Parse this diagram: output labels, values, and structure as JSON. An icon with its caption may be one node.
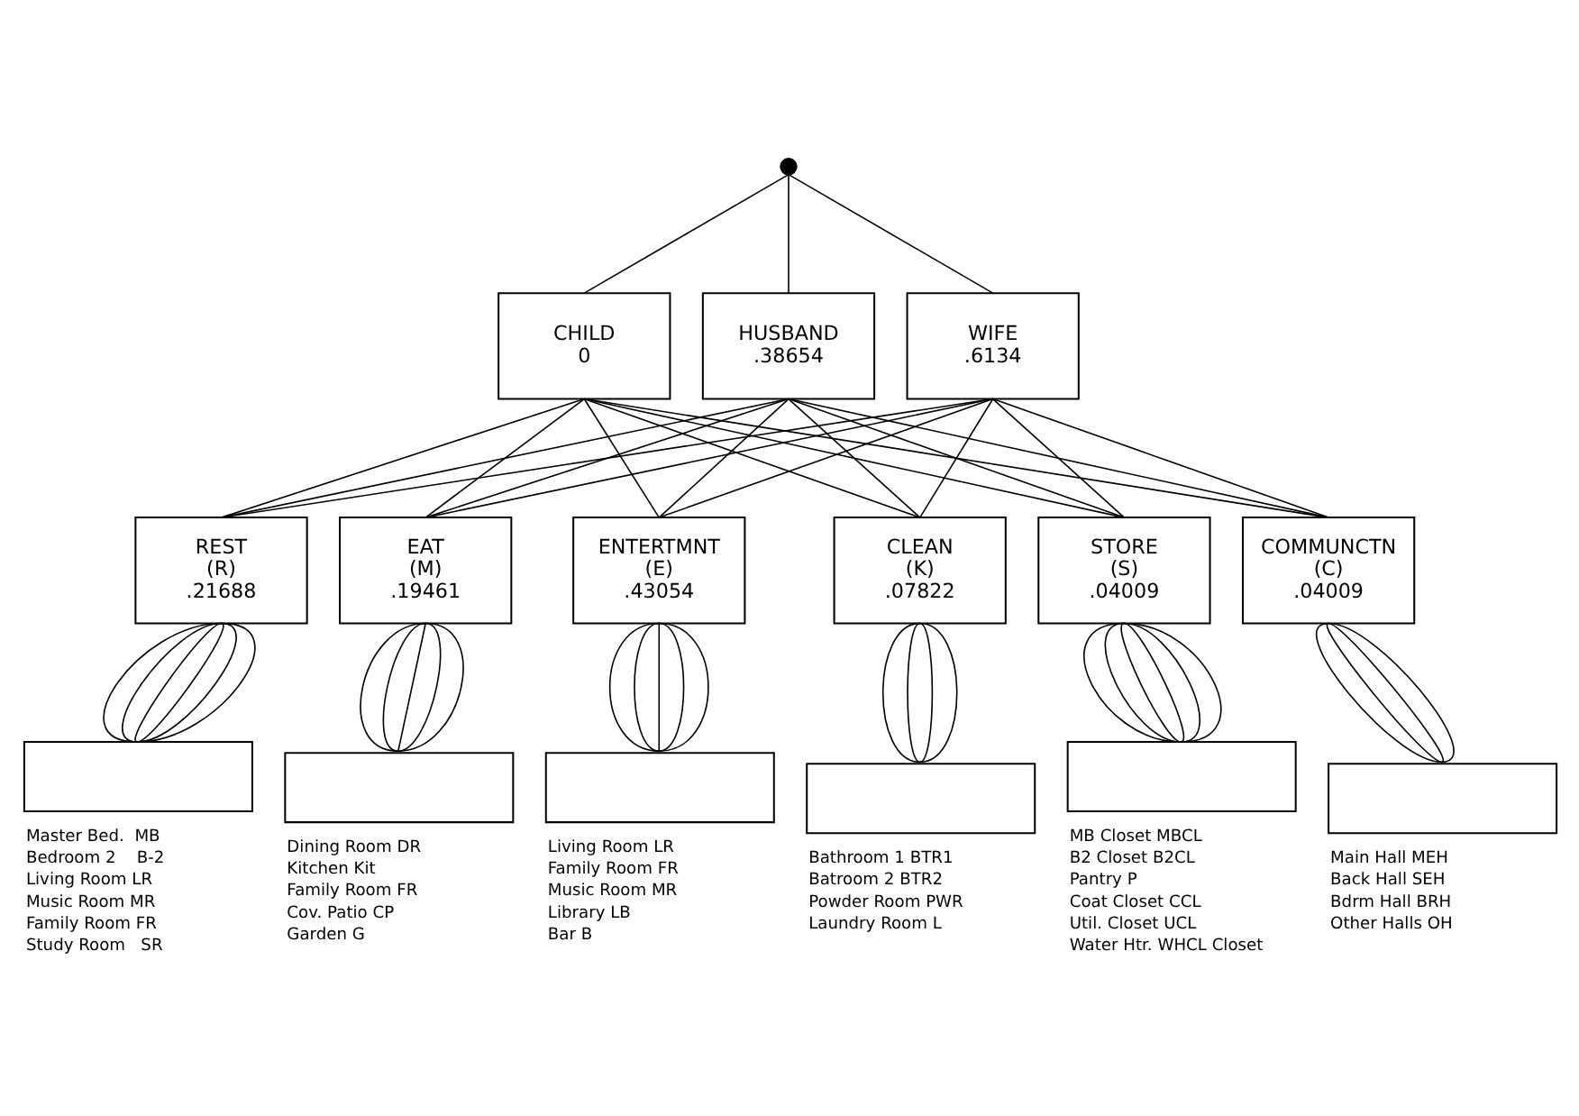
{
  "diagram": {
    "nodes": [
      {
        "text": [],
        "shape": "circle"
      },
      {
        "text": [
          "CHILD",
          "0"
        ]
      },
      {
        "text": [
          "HUSBAND",
          ".38654"
        ]
      },
      {
        "text": [
          "WIFE",
          ".6134"
        ]
      },
      {
        "text": [
          "REST",
          "(R)",
          ".21688"
        ]
      },
      {
        "text": [
          "EAT",
          "(M)",
          ".19461"
        ]
      },
      {
        "text": [
          "ENTERTMNT",
          "(E)",
          ".43054"
        ]
      },
      {
        "text": [
          "CLEAN",
          "(K)",
          ".07822"
        ]
      },
      {
        "text": [
          "STORE",
          "(S)",
          ".04009"
        ]
      },
      {
        "text": [
          "COMMUNCTN",
          "(C)",
          ".04009"
        ]
      },
      {
        "text": [],
        "shape": "box",
        "beside": [
          "Master Bed.  MB",
          "Bedroom 2    B-2",
          "Living Room LR",
          "Music Room MR",
          "Family Room FR",
          "Study Room   SR"
        ]
      },
      {
        "text": [],
        "shape": "box",
        "beside": [
          "Dining Room DR",
          "Kitchen Kit",
          "Family Room FR",
          "Cov. Patio CP",
          "Garden G"
        ]
      },
      {
        "text": [],
        "shape": "box",
        "beside": [
          "Living Room LR",
          "Family Room FR",
          "Music Room MR",
          "Library LB",
          "Bar B"
        ]
      },
      {
        "text": [],
        "shape": "box",
        "beside": [
          "Bathroom 1 BTR1",
          "Batroom 2 BTR2",
          "Powder Room PWR",
          "Laundry Room L"
        ]
      },
      {
        "text": [],
        "shape": "box",
        "beside": [
          "MB Closet MBCL",
          "B2 Closet B2CL",
          "Pantry P",
          "Coat Closet CCL",
          "Util. Closet UCL",
          "Water Htr. WHCL Closet"
        ]
      },
      {
        "text": [],
        "shape": "box",
        "beside": [
          "Main Hall MEH",
          "Back Hall SEH",
          "Bdrm Hall BRH",
          "Other Halls OH"
        ]
      }
    ],
    "edges": [
      {
        "from": 0,
        "to": 1,
        "arrow": "none"
      },
      {
        "from": 0,
        "to": 2,
        "arrow": "none"
      },
      {
        "from": 0,
        "to": 3,
        "arrow": "none"
      },
      {
        "from": 1,
        "to": 4,
        "arrow": "none"
      },
      {
        "from": 1,
        "to": 5,
        "arrow": "none"
      },
      {
        "from": 1,
        "to": 6,
        "arrow": "none"
      },
      {
        "from": 1,
        "to": 7,
        "arrow": "none"
      },
      {
        "from": 1,
        "to": 8,
        "arrow": "none"
      },
      {
        "from": 1,
        "to": 9,
        "arrow": "none"
      },
      {
        "from": 2,
        "to": 4,
        "arrow": "none"
      },
      {
        "from": 2,
        "to": 5,
        "arrow": "none"
      },
      {
        "from": 2,
        "to": 6,
        "arrow": "none"
      },
      {
        "from": 2,
        "to": 7,
        "arrow": "none"
      },
      {
        "from": 2,
        "to": 8,
        "arrow": "none"
      },
      {
        "from": 2,
        "to": 9,
        "arrow": "none"
      },
      {
        "from": 3,
        "to": 4,
        "arrow": "none"
      },
      {
        "from": 3,
        "to": 5,
        "arrow": "none"
      },
      {
        "from": 3,
        "to": 6,
        "arrow": "none"
      },
      {
        "from": 3,
        "to": 7,
        "arrow": "none"
      },
      {
        "from": 3,
        "to": 8,
        "arrow": "none"
      },
      {
        "from": 3,
        "to": 9,
        "arrow": "none"
      },
      {
        "from": 4,
        "to": 10,
        "arrow": "none"
      },
      {
        "from": 4,
        "to": 10,
        "arrow": "none"
      },
      {
        "from": 4,
        "to": 10,
        "arrow": "none"
      },
      {
        "from": 4,
        "to": 10,
        "arrow": "none"
      },
      {
        "from": 4,
        "to": 10,
        "arrow": "none"
      },
      {
        "from": 4,
        "to": 10,
        "arrow": "none"
      },
      {
        "from": 5,
        "to": 11,
        "arrow": "none"
      },
      {
        "from": 5,
        "to": 11,
        "arrow": "none"
      },
      {
        "from": 5,
        "to": 11,
        "arrow": "none"
      },
      {
        "from": 5,
        "to": 11,
        "arrow": "none"
      },
      {
        "from": 5,
        "to": 11,
        "arrow": "none"
      },
      {
        "from": 6,
        "to": 12,
        "arrow": "none"
      },
      {
        "from": 6,
        "to": 12,
        "arrow": "none"
      },
      {
        "from": 6,
        "to": 12,
        "arrow": "none"
      },
      {
        "from": 6,
        "to": 12,
        "arrow": "none"
      },
      {
        "from": 6,
        "to": 12,
        "arrow": "none"
      },
      {
        "from": 7,
        "to": 13,
        "arrow": "none"
      },
      {
        "from": 7,
        "to": 13,
        "arrow": "none"
      },
      {
        "from": 7,
        "to": 13,
        "arrow": "none"
      },
      {
        "from": 7,
        "to": 13,
        "arrow": "none"
      },
      {
        "from": 8,
        "to": 14,
        "arrow": "none"
      },
      {
        "from": 8,
        "to": 14,
        "arrow": "none"
      },
      {
        "from": 8,
        "to": 14,
        "arrow": "none"
      },
      {
        "from": 8,
        "to": 14,
        "arrow": "none"
      },
      {
        "from": 8,
        "to": 14,
        "arrow": "none"
      },
      {
        "from": 8,
        "to": 14,
        "arrow": "none"
      },
      {
        "from": 9,
        "to": 15,
        "arrow": "none"
      },
      {
        "from": 9,
        "to": 15,
        "arrow": "none"
      },
      {
        "from": 9,
        "to": 15,
        "arrow": "none"
      },
      {
        "from": 9,
        "to": 15,
        "arrow": "none"
      }
    ]
  }
}
